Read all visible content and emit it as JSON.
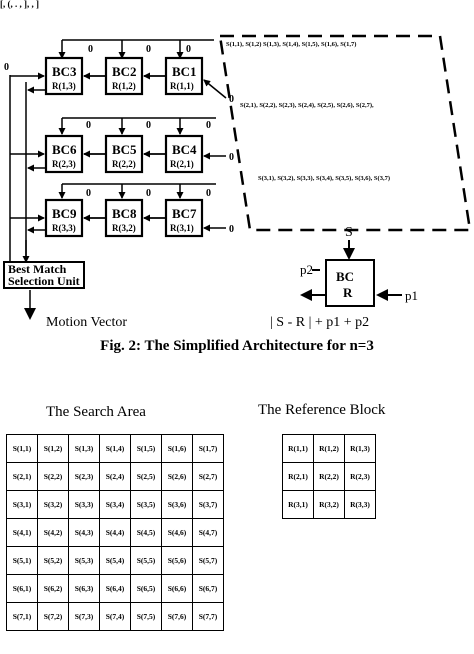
{
  "top_partial_text": "[, (, . , ], , ]",
  "array": {
    "rows": [
      [
        {
          "name": "BC3",
          "r": "R(1,3)"
        },
        {
          "name": "BC2",
          "r": "R(1,2)"
        },
        {
          "name": "BC1",
          "r": "R(1,1)"
        }
      ],
      [
        {
          "name": "BC6",
          "r": "R(2,3)"
        },
        {
          "name": "BC5",
          "r": "R(2,2)"
        },
        {
          "name": "BC4",
          "r": "R(2,1)"
        }
      ],
      [
        {
          "name": "BC9",
          "r": "R(3,3)"
        },
        {
          "name": "BC8",
          "r": "R(3,2)"
        },
        {
          "name": "BC7",
          "r": "R(3,1)"
        }
      ]
    ],
    "zero": "0",
    "search_lines": [
      "S(1,1), S(1,2) S(1,3), S(1,4), S(1,5), S(1,6), S(1,7)",
      "S(2,1), S(2,2), S(2,3), S(2,4), S(2,5), S(2,6), S(2,7),",
      "S(3,1), S(3,2), S(3,3), S(3,4), S(3,5), S(3,6), S(3,7)"
    ],
    "bms_line1": "Best Match",
    "bms_line2": "Selection Unit",
    "motion_vector": "Motion Vector"
  },
  "cell": {
    "s": "S",
    "p1": "p1",
    "p2": "p2",
    "bc": "BC",
    "r": "R",
    "formula": "| S - R | + p1 + p2"
  },
  "caption": "Fig. 2: The Simplified Architecture for n=3",
  "search_area": {
    "title": "The Search Area",
    "rows": [
      [
        "S(1,1)",
        "S(1,2)",
        "S(1,3)",
        "S(1,4)",
        "S(1,5)",
        "S(1,6)",
        "S(1,7)"
      ],
      [
        "S(2,1)",
        "S(2,2)",
        "S(2,3)",
        "S(2,4)",
        "S(2,5)",
        "S(2,6)",
        "S(2,7)"
      ],
      [
        "S(3,1)",
        "S(3,2)",
        "S(3,3)",
        "S(3,4)",
        "S(3,5)",
        "S(3,6)",
        "S(3,7)"
      ],
      [
        "S(4,1)",
        "S(4,2)",
        "S(4,3)",
        "S(4,4)",
        "S(4,5)",
        "S(4,6)",
        "S(4,7)"
      ],
      [
        "S(5,1)",
        "S(5,2)",
        "S(5,3)",
        "S(5,4)",
        "S(5,5)",
        "S(5,6)",
        "S(5,7)"
      ],
      [
        "S(6,1)",
        "S(6,2)",
        "S(6,3)",
        "S(6,4)",
        "S(6,5)",
        "S(6,6)",
        "S(6,7)"
      ],
      [
        "S(7,1)",
        "S(7,2)",
        "S(7,3)",
        "S(7,4)",
        "S(7,5)",
        "S(7,6)",
        "S(7,7)"
      ]
    ]
  },
  "reference_block": {
    "title": "The Reference Block",
    "rows": [
      [
        "R(1,1)",
        "R(1,2)",
        "R(1,3)"
      ],
      [
        "R(2,1)",
        "R(2,2)",
        "R(2,3)"
      ],
      [
        "R(3,1)",
        "R(3,2)",
        "R(3,3)"
      ]
    ]
  }
}
